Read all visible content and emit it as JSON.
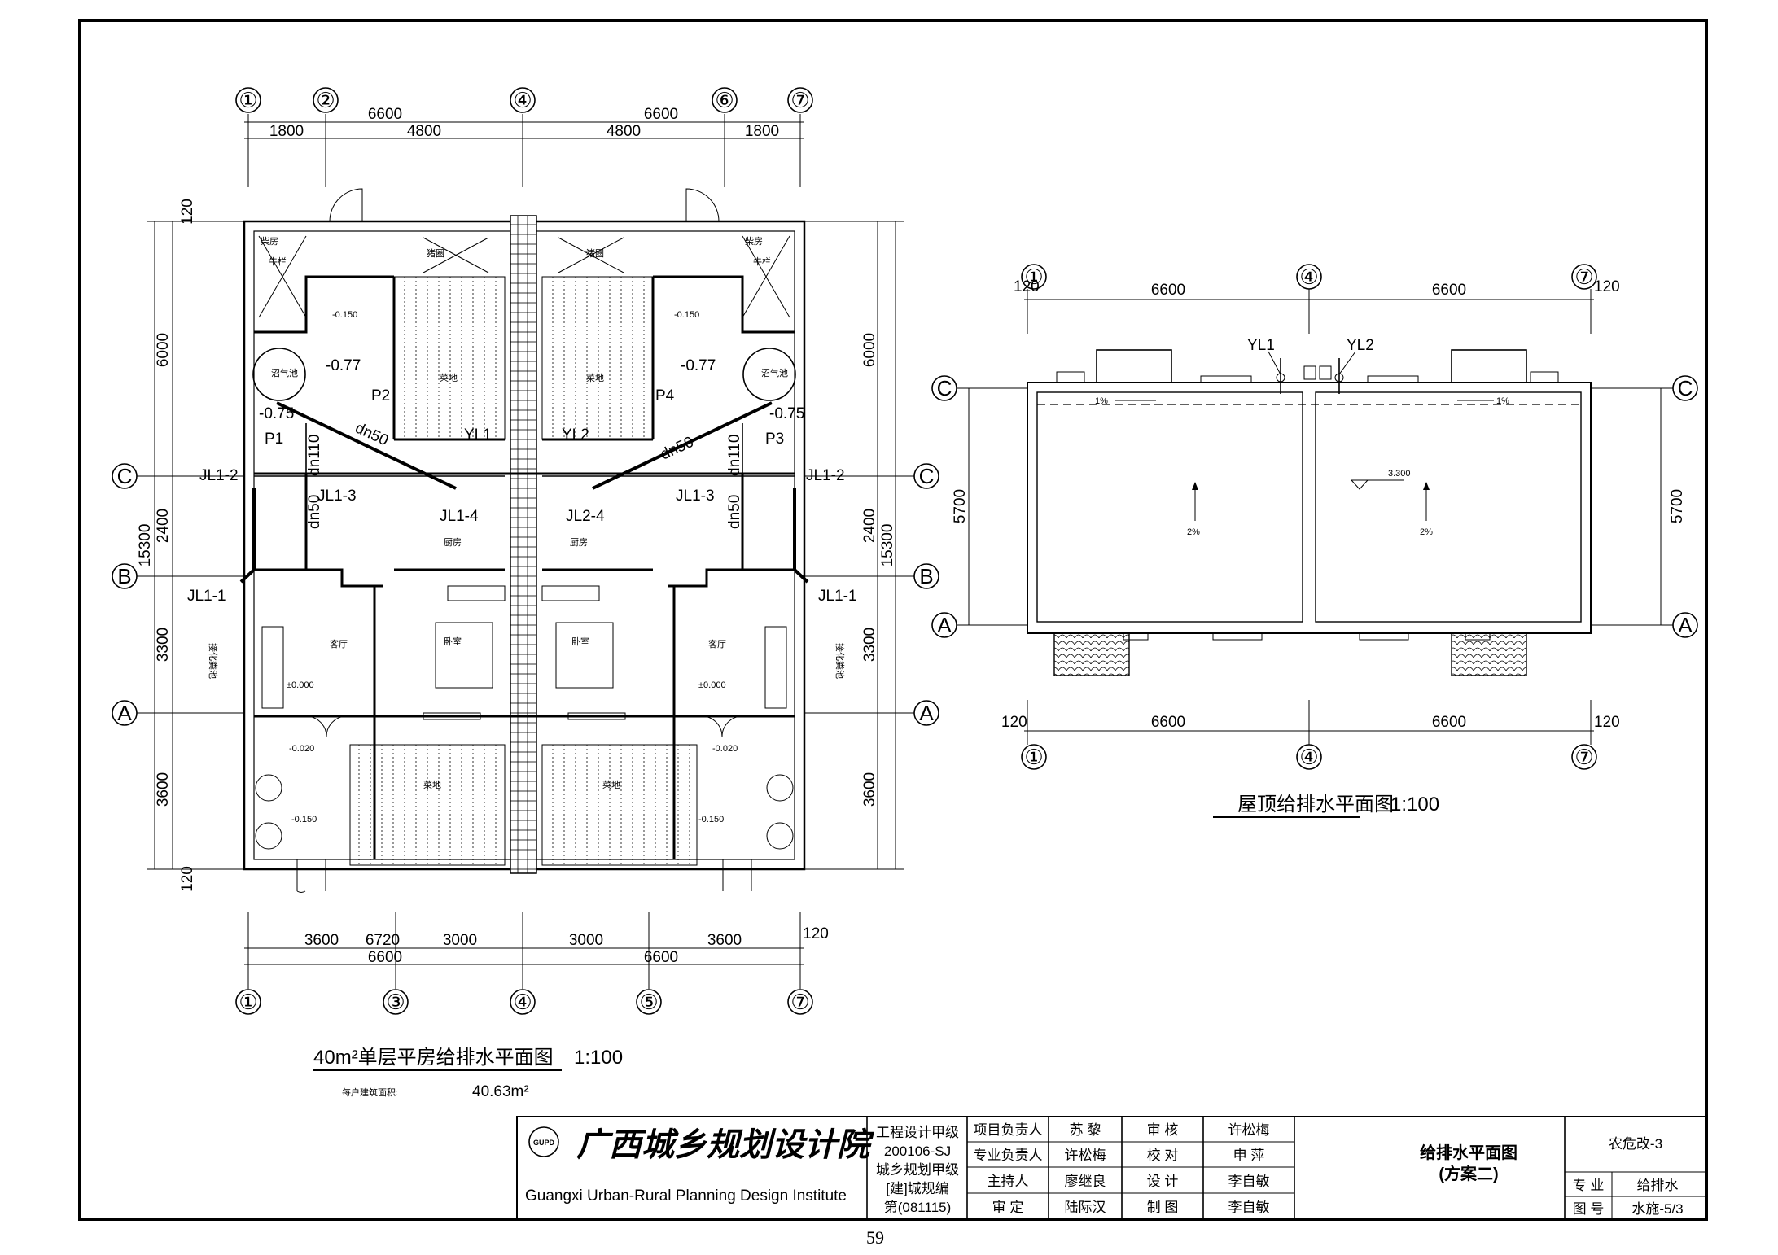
{
  "plan": {
    "title": "40m²单层平房给排水平面图",
    "scale": "1:100",
    "area_label": "每户建筑面积:",
    "area_value": "40.63m²",
    "axes_top": [
      "①",
      "②",
      "④",
      "⑥",
      "⑦"
    ],
    "axes_bottom": [
      "①",
      "③",
      "④",
      "⑤",
      "⑦"
    ],
    "axes_side": [
      "C",
      "B",
      "A"
    ],
    "dims_top_outer": [
      "6600",
      "6600"
    ],
    "dims_top_inner": [
      "1800",
      "4800",
      "4800",
      "1800"
    ],
    "dims_bottom_inner": [
      "3600",
      "6720",
      "3000",
      "3000",
      "3600",
      "120"
    ],
    "dims_bottom_outer": [
      "6600",
      "6600"
    ],
    "dims_left": [
      "120",
      "6000",
      "2400",
      "3300",
      "3600",
      "120",
      "15300"
    ],
    "dims_right": [
      "6000",
      "2400",
      "3300",
      "3600",
      "15300"
    ],
    "pipes": [
      "JL1-2",
      "JL1-3",
      "JL1-4",
      "JL1-1",
      "JL2-4",
      "JL1-3",
      "JL1-2",
      "JL1-1",
      "YL1",
      "YL2",
      "P1",
      "P2",
      "P3",
      "P4",
      "dn110",
      "dn50",
      "dn50",
      "dn110",
      "dn50",
      "dn50"
    ],
    "levels": [
      "-0.77",
      "-0.77",
      "-0.75",
      "-0.75",
      "-0.150",
      "-0.150",
      "±0.000",
      "±0.000",
      "-0.020",
      "-0.020",
      "-0.150",
      "-0.150"
    ],
    "rooms": [
      "沼气池",
      "沼气池",
      "厨房",
      "厨房",
      "客厅",
      "客厅",
      "卧室",
      "卧室",
      "菜地",
      "菜地",
      "菜地",
      "菜地",
      "猪圈",
      "猪圈",
      "牛栏",
      "牛栏",
      "柴房",
      "柴房",
      "接化粪池",
      "接化粪池"
    ]
  },
  "roof": {
    "title": "屋顶给排水平面图",
    "scale": "1:100",
    "axes_top": [
      "①",
      "④",
      "⑦"
    ],
    "axes_bottom": [
      "①",
      "④",
      "⑦"
    ],
    "axes_side": [
      "C",
      "A"
    ],
    "dims_top": [
      "120",
      "6600",
      "6600",
      "120"
    ],
    "dims_bottom": [
      "120",
      "6600",
      "6600",
      "120"
    ],
    "dims_side": [
      "5700",
      "5700"
    ],
    "downpipes": [
      "YL1",
      "YL2"
    ],
    "slopes": [
      "1%",
      "1%",
      "2%",
      "2%"
    ],
    "elevation": "3.300"
  },
  "title_block": {
    "logo_text": "GUPD",
    "institute_cn": "广西城乡规划设计院",
    "institute_en": "Guangxi Urban-Rural Planning Design Institute",
    "cert_lines": [
      "工程设计甲级",
      "200106-SJ",
      "城乡规划甲级",
      "[建]城规编",
      "第(081115)"
    ],
    "roles": [
      {
        "role": "项目负责人",
        "name": "苏  黎",
        "role2": "审  核",
        "name2": "许松梅"
      },
      {
        "role": "专业负责人",
        "name": "许松梅",
        "role2": "校  对",
        "name2": "申  萍"
      },
      {
        "role": "主持人",
        "name": "廖继良",
        "role2": "设  计",
        "name2": "李自敏"
      },
      {
        "role": "审  定",
        "name": "陆际汉",
        "role2": "制  图",
        "name2": "李自敏"
      }
    ],
    "drawing_title": "给排水平面图",
    "drawing_subtitle": "(方案二)",
    "project": "农危改-3",
    "discipline_label": "专  业",
    "discipline": "给排水",
    "number_label": "图  号",
    "number": "水施-5/3"
  },
  "page_number": "59"
}
